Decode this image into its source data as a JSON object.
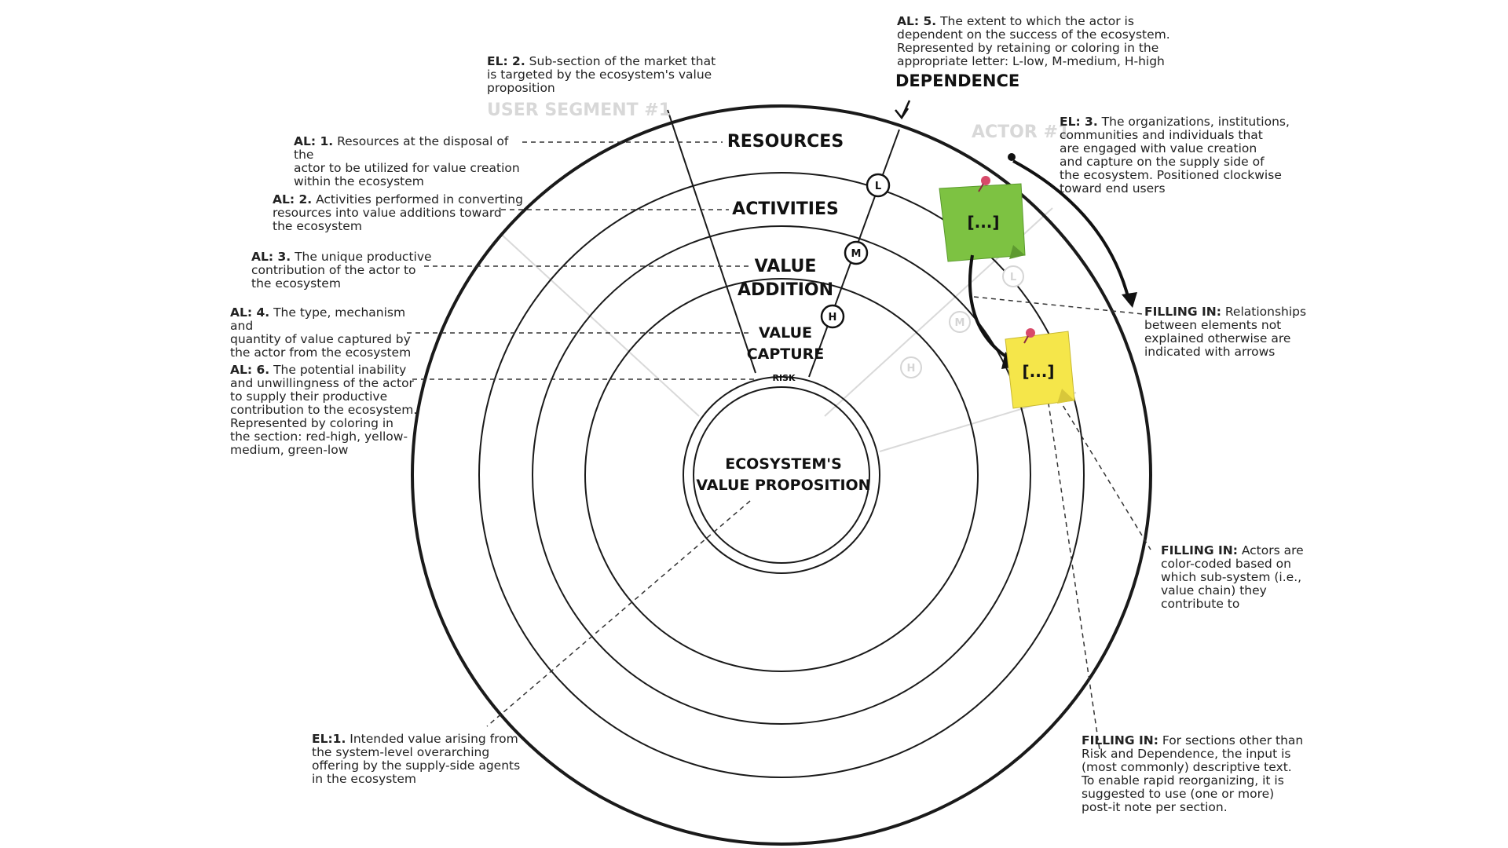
{
  "center": {
    "line1": "ECOSYSTEM'S",
    "line2": "VALUE PROPOSITION"
  },
  "rings": {
    "resources": "RESOURCES",
    "activities": "ACTIVITIES",
    "value_addition_1": "VALUE",
    "value_addition_2": "ADDITION",
    "value_capture_1": "VALUE",
    "value_capture_2": "CAPTURE",
    "risk": "RISK"
  },
  "dependence": {
    "label": "DEPENDENCE",
    "markers": [
      "L",
      "M",
      "H"
    ]
  },
  "ghost_labels": {
    "user_segment": "USER SEGMENT #1",
    "actor": "ACTOR #1"
  },
  "postits": {
    "green_text": "[...]",
    "yellow_text": "[...]",
    "green_color": "#7dc242",
    "yellow_color": "#f5e64a",
    "pin_color": "#d84a6a"
  },
  "annotations": {
    "al1": {
      "key": "AL: 1.",
      "text": " Resources at the disposal of the\nactor to be utilized for value creation\nwithin the ecosystem"
    },
    "al2": {
      "key": "AL: 2.",
      "text": " Activities performed in converting\nresources into value additions toward\nthe ecosystem"
    },
    "al3": {
      "key": "AL: 3.",
      "text": " The unique productive\ncontribution of the actor to\nthe ecosystem"
    },
    "al4": {
      "key": "AL: 4.",
      "text": " The type, mechanism and\nquantity of value captured by\nthe actor from the ecosystem"
    },
    "al6": {
      "key": "AL: 6.",
      "text": " The potential inability\nand unwillingness of the actor\nto supply their productive\ncontribution to the ecosystem.\nRepresented by coloring in\nthe section: red-high, yellow-\nmedium, green-low"
    },
    "al5": {
      "key": "AL: 5.",
      "text": " The extent to which the actor is\ndependent on the success of the ecosystem.\nRepresented by retaining or coloring in the\nappropriate letter: L-low, M-medium, H-high"
    },
    "el2": {
      "key": "EL: 2.",
      "text": " Sub-section of the market that\nis targeted by the ecosystem's value\nproposition"
    },
    "el3": {
      "key": "EL: 3.",
      "text": " The organizations, institutions,\ncommunities and individuals that\nare engaged with value creation\nand capture on the supply side of\nthe ecosystem. Positioned clockwise\ntoward end users"
    },
    "el1": {
      "key": "EL:1.",
      "text": " Intended value arising from\nthe system-level overarching\noffering by the supply-side agents\nin the ecosystem"
    },
    "fill_relationships": {
      "key": "FILLING IN:",
      "text": " Relationships\nbetween elements not\nexplained otherwise are\nindicated with arrows"
    },
    "fill_actors": {
      "key": "FILLING IN:",
      "text": " Actors are\ncolor-coded based on\nwhich sub-system (i.e.,\nvalue chain) they\ncontribute to"
    },
    "fill_sections": {
      "key": "FILLING IN:",
      "text": " For sections other than\nRisk and Dependence, the input is\n(most commonly) descriptive text.\nTo enable rapid reorganizing, it is\nsuggested to use (one or more)\npost-it note per section."
    }
  }
}
